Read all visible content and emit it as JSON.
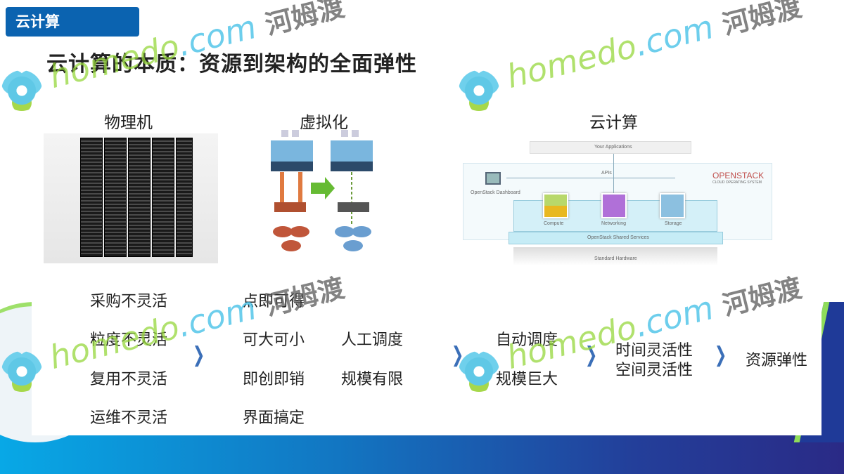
{
  "section_tab": "云计算",
  "title": "云计算的本质：资源到架构的全面弹性",
  "columns": {
    "physical": "物理机",
    "virtualization": "虚拟化",
    "cloud": "云计算"
  },
  "openstack": {
    "your_applications": "Your Applications",
    "apis": "APIs",
    "brand": "OPENSTACK",
    "brand_sub": "CLOUD OPERATING SYSTEM",
    "dashboard": "OpenStack Dashboard",
    "compute": "Compute",
    "networking": "Networking",
    "storage": "Storage",
    "shared_services": "OpenStack Shared Services",
    "hardware": "Standard Hardware"
  },
  "physical_items": [
    "采购不灵活",
    "粒度不灵活",
    "复用不灵活",
    "运维不灵活"
  ],
  "virtual_items": [
    "点即可得",
    "可大可小",
    "即创即销",
    "界面搞定"
  ],
  "virtual_limits": [
    "人工调度",
    "规模有限"
  ],
  "cloud_items": [
    "自动调度",
    "规模巨大"
  ],
  "flexibility": [
    "时间灵活性",
    "空间灵活性"
  ],
  "result": "资源弹性",
  "watermark": {
    "latin": "homedo",
    "dotcom": ".com",
    "cn": "河姆渡"
  },
  "colors": {
    "tab": "#0b63b0",
    "arrow": "#3b6fb8",
    "band_left": "#08a8e6",
    "band_right": "#2a2a86"
  }
}
